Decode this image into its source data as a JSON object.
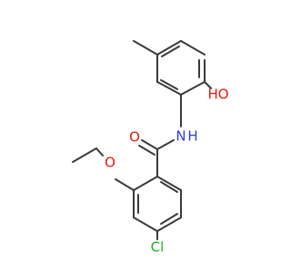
{
  "molecule": {
    "atom_labels": {
      "hydroxyl": "HO",
      "amide_nitrogen": "N",
      "amide_hydrogen": "H",
      "carbonyl_oxygen": "O",
      "ether_oxygen": "O",
      "chlorine": "Cl"
    },
    "colors": {
      "bond": "#3a3a3a",
      "oxygen": "#e8190b",
      "nitrogen": "#2f3fdb",
      "chlorine": "#21b321"
    }
  }
}
